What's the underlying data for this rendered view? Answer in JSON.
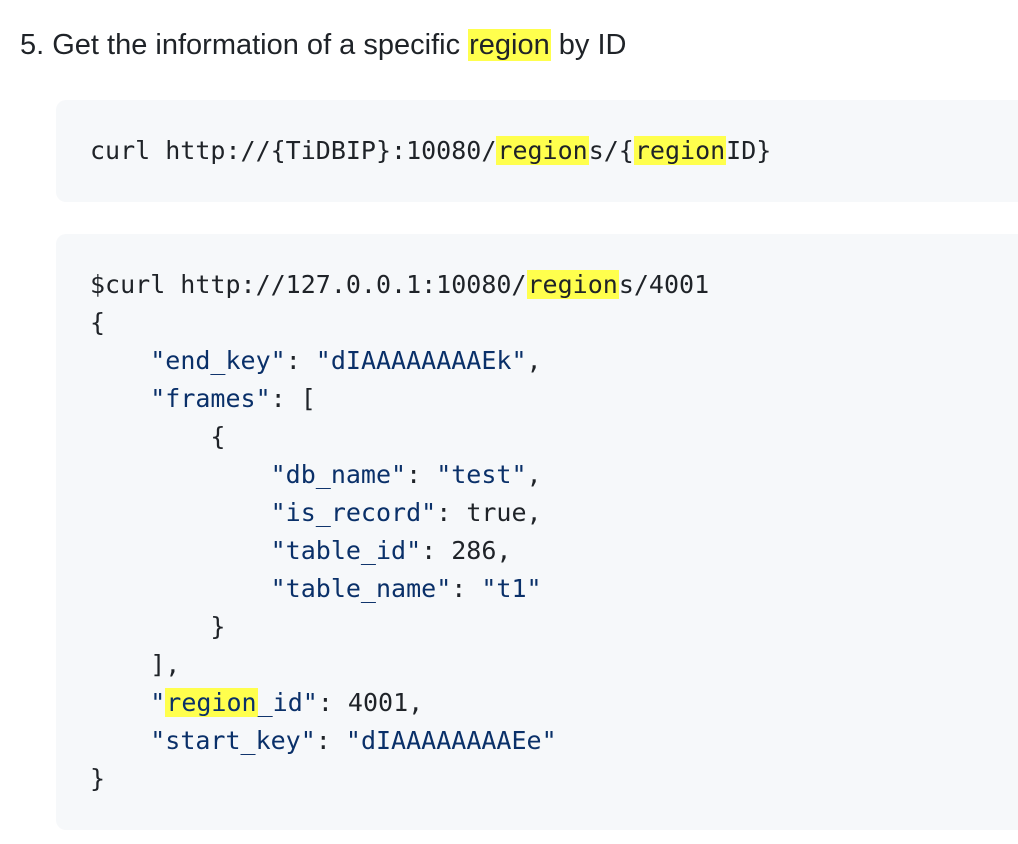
{
  "heading": {
    "number": "5.",
    "pre": "Get the information of a specific ",
    "highlight": "region",
    "post": " by ID"
  },
  "command_block": {
    "line": {
      "a": "curl http://{TiDBIP}:10080/",
      "h1": "region",
      "b": "s/{",
      "h2": "region",
      "c": "ID}"
    }
  },
  "response_block": {
    "l1": {
      "a": "$curl http://127.0.0.1:10080/",
      "h": "region",
      "b": "s/4001"
    },
    "l2": "{",
    "l3": {
      "key": "\"end_key\"",
      "sep": ": ",
      "val": "\"dIAAAAAAAAEk\"",
      "end": ","
    },
    "l4": {
      "key": "\"frames\"",
      "sep": ": ",
      "val": "["
    },
    "l5": "{",
    "l6": {
      "key": "\"db_name\"",
      "sep": ": ",
      "val": "\"test\"",
      "end": ","
    },
    "l7": {
      "key": "\"is_record\"",
      "sep": ": ",
      "val": "true",
      "end": ","
    },
    "l8": {
      "key": "\"table_id\"",
      "sep": ": ",
      "val": "286",
      "end": ","
    },
    "l9": {
      "key": "\"table_name\"",
      "sep": ": ",
      "val": "\"t1\""
    },
    "l10": "}",
    "l11": "],",
    "l12": {
      "q1": "\"",
      "h": "region",
      "rest": "_id\"",
      "sep": ": ",
      "val": "4001",
      "end": ","
    },
    "l13": {
      "key": "\"start_key\"",
      "sep": ": ",
      "val": "\"dIAAAAAAAAEe\""
    },
    "l14": "}"
  },
  "colors": {
    "highlight": "#ffff4d",
    "code_background": "#f6f8fa",
    "string": "#0a3069",
    "text": "#1f2328"
  }
}
